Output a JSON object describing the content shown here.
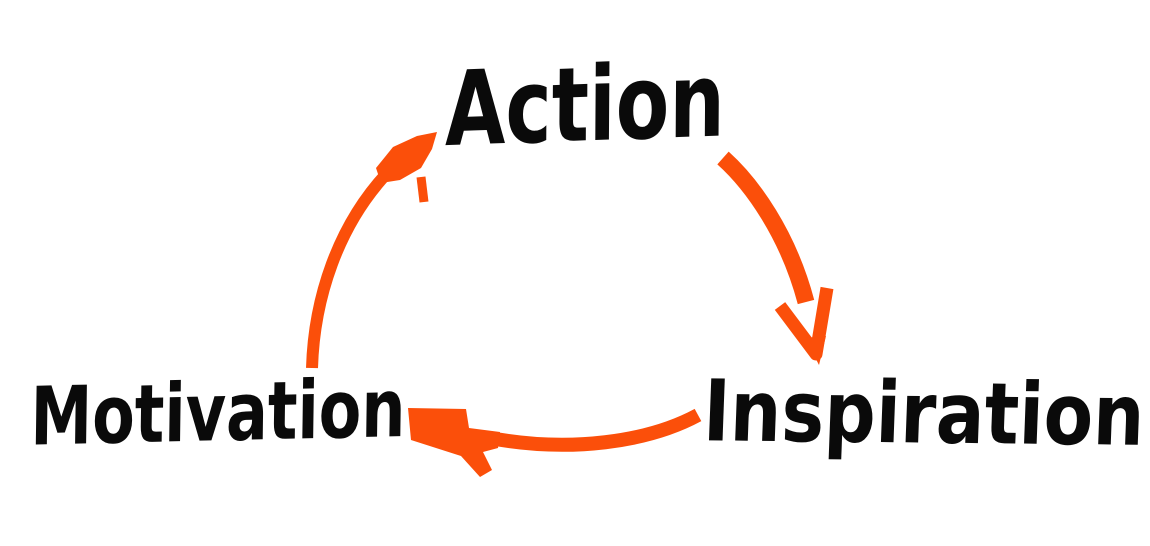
{
  "diagram": {
    "type": "cycle",
    "style": "hand-drawn-marker",
    "nodes": [
      {
        "id": "action",
        "label": "Action"
      },
      {
        "id": "inspiration",
        "label": "Inspiration"
      },
      {
        "id": "motivation",
        "label": "Motivation"
      }
    ],
    "edges": [
      {
        "from": "action",
        "to": "inspiration",
        "direction": "down-right"
      },
      {
        "from": "inspiration",
        "to": "motivation",
        "direction": "left"
      },
      {
        "from": "motivation",
        "to": "action",
        "direction": "up-right"
      }
    ],
    "colors": {
      "ink": "#0a0a0a",
      "arrow": "#fb4f0a",
      "background": "#ffffff"
    }
  }
}
